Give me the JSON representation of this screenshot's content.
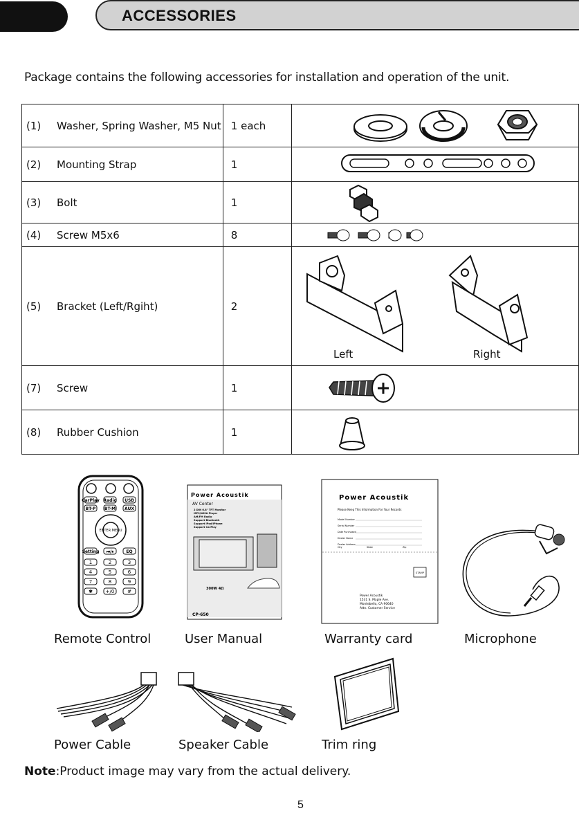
{
  "header": {
    "title": "ACCESSORIES"
  },
  "intro": "Package contains the following accessories for installation and operation of the unit.",
  "rows": [
    {
      "num": "(1)",
      "name": "Washer, Spring Washer, M5 Nut",
      "qty": "1 each",
      "icon": "washer-nut-icon"
    },
    {
      "num": "(2)",
      "name": "Mounting Strap",
      "qty": "1",
      "icon": "mounting-strap-icon"
    },
    {
      "num": "(3)",
      "name": "Bolt",
      "qty": "1",
      "icon": "bolt-icon"
    },
    {
      "num": "(4)",
      "name": "Screw  M5x6",
      "qty": "8",
      "icon": "screw-set-icon"
    },
    {
      "num": "(5)",
      "name": "Bracket (Left/Rgiht)",
      "qty": "2",
      "icon": "bracket-icon"
    },
    {
      "num": "(7)",
      "name": "Screw",
      "qty": "1",
      "icon": "tapping-screw-icon"
    },
    {
      "num": "(8)",
      "name": "Rubber Cushion",
      "qty": "1",
      "icon": "rubber-cushion-icon"
    }
  ],
  "bracket_labels": {
    "left": "Left",
    "right": "Right"
  },
  "remote": {
    "buttons_row1": [
      "CarPlay",
      "Radio",
      "USB"
    ],
    "buttons_row2": [
      "BT-P",
      "BT-M",
      "AUX"
    ],
    "center": "ENTER MENU",
    "setting_row": [
      "Setting",
      "⏭/⏸",
      "EQ"
    ],
    "keypad": [
      "1",
      "2",
      "3",
      "4",
      "5",
      "6",
      "7",
      "8",
      "9",
      "✱",
      "+/0",
      "#"
    ]
  },
  "manual": {
    "brand": "Power Acoustik",
    "subtitle": "AV Center",
    "features": [
      "2 DIN 6.8\" TFT Monitor",
      "MP3/WMA Player",
      "AM/FM Radio",
      "Support Bluetooth",
      "Support iPod/iPhone",
      "Support CarPlay"
    ],
    "power": "300W  4Ω",
    "model": "CP-650"
  },
  "warranty": {
    "brand": "Power Acoustik",
    "heading": "Please Keep This Information For Your Records",
    "fields": [
      "Model Number",
      "Serial Number",
      "Date Purchased",
      "Dealer Name",
      "Dealer Address",
      "City",
      "State",
      "Zip"
    ],
    "stamp": "STAMP",
    "address": [
      "Power Acoustik",
      "1531 S. Maple Ave.",
      "Montebello, CA 90640",
      "Attn. Customer Service"
    ]
  },
  "captions": {
    "remote": "Remote Control",
    "manual": "User Manual",
    "warranty": "Warranty card",
    "microphone": "Microphone",
    "power_cable": "Power Cable",
    "speaker_cable": "Speaker Cable",
    "trim_ring": "Trim ring"
  },
  "note": {
    "label": "Note",
    "text": ":Product image may vary from the actual delivery."
  },
  "page_number": "5"
}
